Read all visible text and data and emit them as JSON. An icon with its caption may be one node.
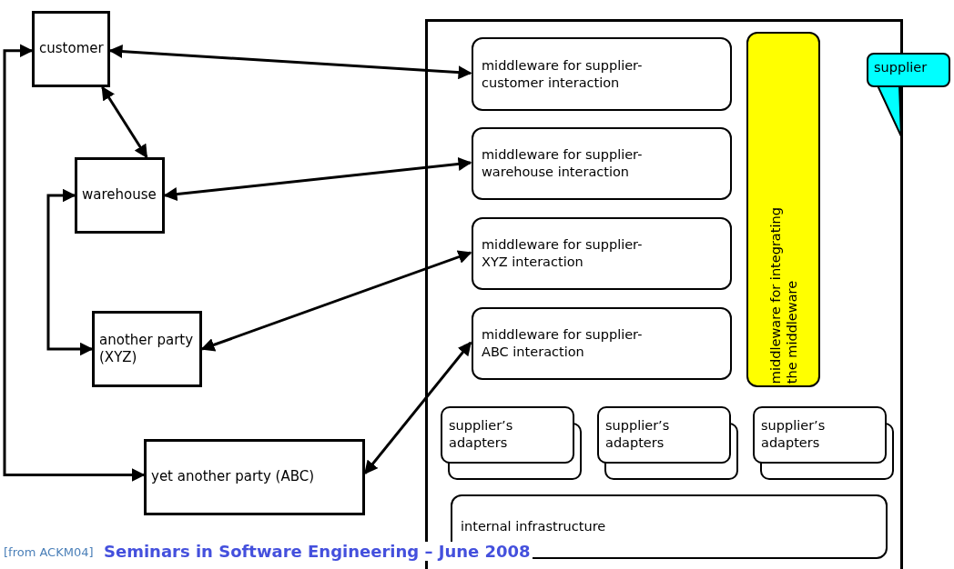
{
  "diagram": {
    "nodes": [
      {
        "text": [
          "customer"
        ]
      },
      {
        "text": [
          "warehouse"
        ]
      },
      {
        "text": [
          "another party (XYZ)"
        ]
      },
      {
        "text": [
          "yet another party (ABC)"
        ]
      },
      {
        "text": [],
        "shape": "box"
      },
      {
        "text": [
          "middleware for supplier-customer interaction"
        ],
        "in": 4
      },
      {
        "text": [
          "middleware for supplier-warehouse interaction"
        ],
        "in": 4
      },
      {
        "text": [
          "middleware for supplier-XYZ interaction"
        ],
        "in": 4
      },
      {
        "text": [
          "middleware for supplier-ABC interaction"
        ],
        "in": 4
      },
      {
        "text": [
          "middleware for integrating the middleware"
        ],
        "in": 4
      },
      {
        "text": [
          "supplier’s adapters"
        ],
        "in": 4
      },
      {
        "text": [
          "supplier’s adapters"
        ],
        "in": 4
      },
      {
        "text": [
          "supplier’s adapters"
        ],
        "in": 4
      },
      {
        "text": [
          "internal infrastructure"
        ],
        "in": 4
      },
      {
        "text": [
          "supplier"
        ]
      }
    ],
    "edges": [
      {
        "from": 0,
        "to": 5,
        "arrow": "both"
      },
      {
        "from": 0,
        "to": 1,
        "arrow": "both"
      },
      {
        "from": 1,
        "to": 6,
        "arrow": "both"
      },
      {
        "from": 2,
        "to": 7,
        "arrow": "both"
      },
      {
        "from": 3,
        "to": 8,
        "arrow": "both"
      },
      {
        "from": 0,
        "to": 3,
        "arrow": "both"
      },
      {
        "from": 1,
        "to": 2,
        "arrow": "both"
      },
      {
        "from": 14,
        "to": 4,
        "arrow": "none"
      }
    ],
    "labels": [
      "[from ACKM04]",
      "Seminars in Software Engineering – June 2008"
    ]
  }
}
